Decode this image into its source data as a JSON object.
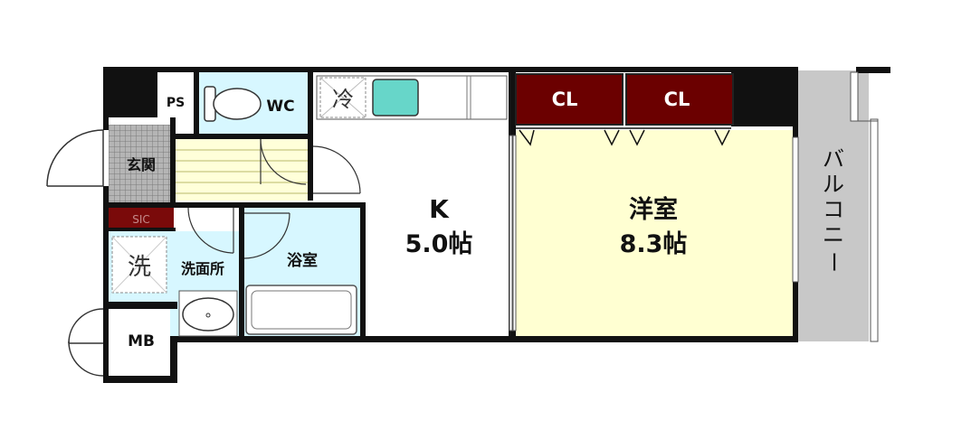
{
  "rooms": {
    "ps": "PS",
    "wc": "WC",
    "fridge": "冷",
    "closet_1": "CL",
    "closet_2": "CL",
    "entrance": "玄関",
    "sic": "SIC",
    "washer": "洗",
    "washroom": "洗面所",
    "bathroom": "浴室",
    "kitchen_name": "K",
    "kitchen_size": "5.0帖",
    "western_name": "洋室",
    "western_size": "8.3帖",
    "mb": "MB",
    "balcony": [
      "バ",
      "ル",
      "コ",
      "ニ",
      "ー"
    ]
  },
  "colors": {
    "wall": "#111111",
    "closet": "#6b0000",
    "wet_area": "#d7f7ff",
    "western_floor": "#ffffd2",
    "corridor": "#ffffd9",
    "entrance_tile": "#9a9a9a",
    "balcony": "#c8c8c8",
    "sink": "#67d6c9"
  }
}
